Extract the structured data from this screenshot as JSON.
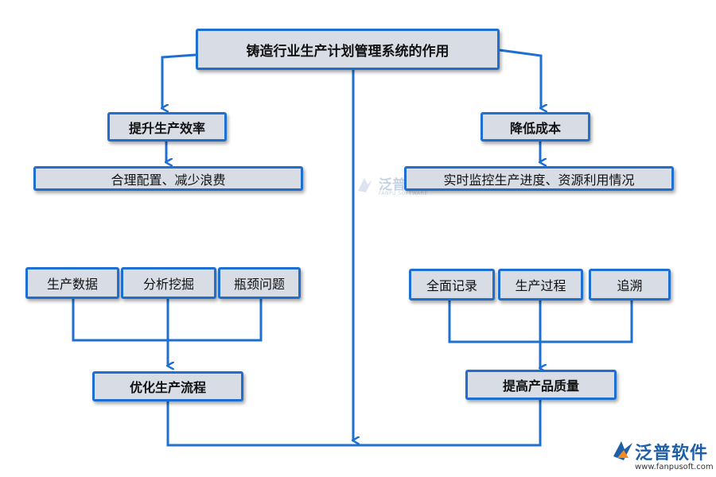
{
  "diagram": {
    "title": "铸造行业生产计划管理系统的作用",
    "left": {
      "heading": "提升生产效率",
      "detail": "合理配置、减少浪费",
      "inputs": [
        "生产数据",
        "分析挖掘",
        "瓶颈问题"
      ],
      "result": "优化生产流程"
    },
    "right": {
      "heading": "降低成本",
      "detail": "实时监控生产进度、资源利用情况",
      "inputs": [
        "全面记录",
        "生产过程",
        "追溯"
      ],
      "result": "提高产品质量"
    }
  },
  "watermark": {
    "text": "泛普软件",
    "sub": "FANPU SOFTWARE"
  },
  "logo": {
    "name": "泛普软件",
    "url": "www.fanpusoft.com"
  },
  "colors": {
    "line": "#1f6fd1",
    "box_fill": "#d8dce4",
    "box_border": "#1f6fd1",
    "logo_blue": "#1f5fa8",
    "logo_orange": "#f08a24"
  }
}
